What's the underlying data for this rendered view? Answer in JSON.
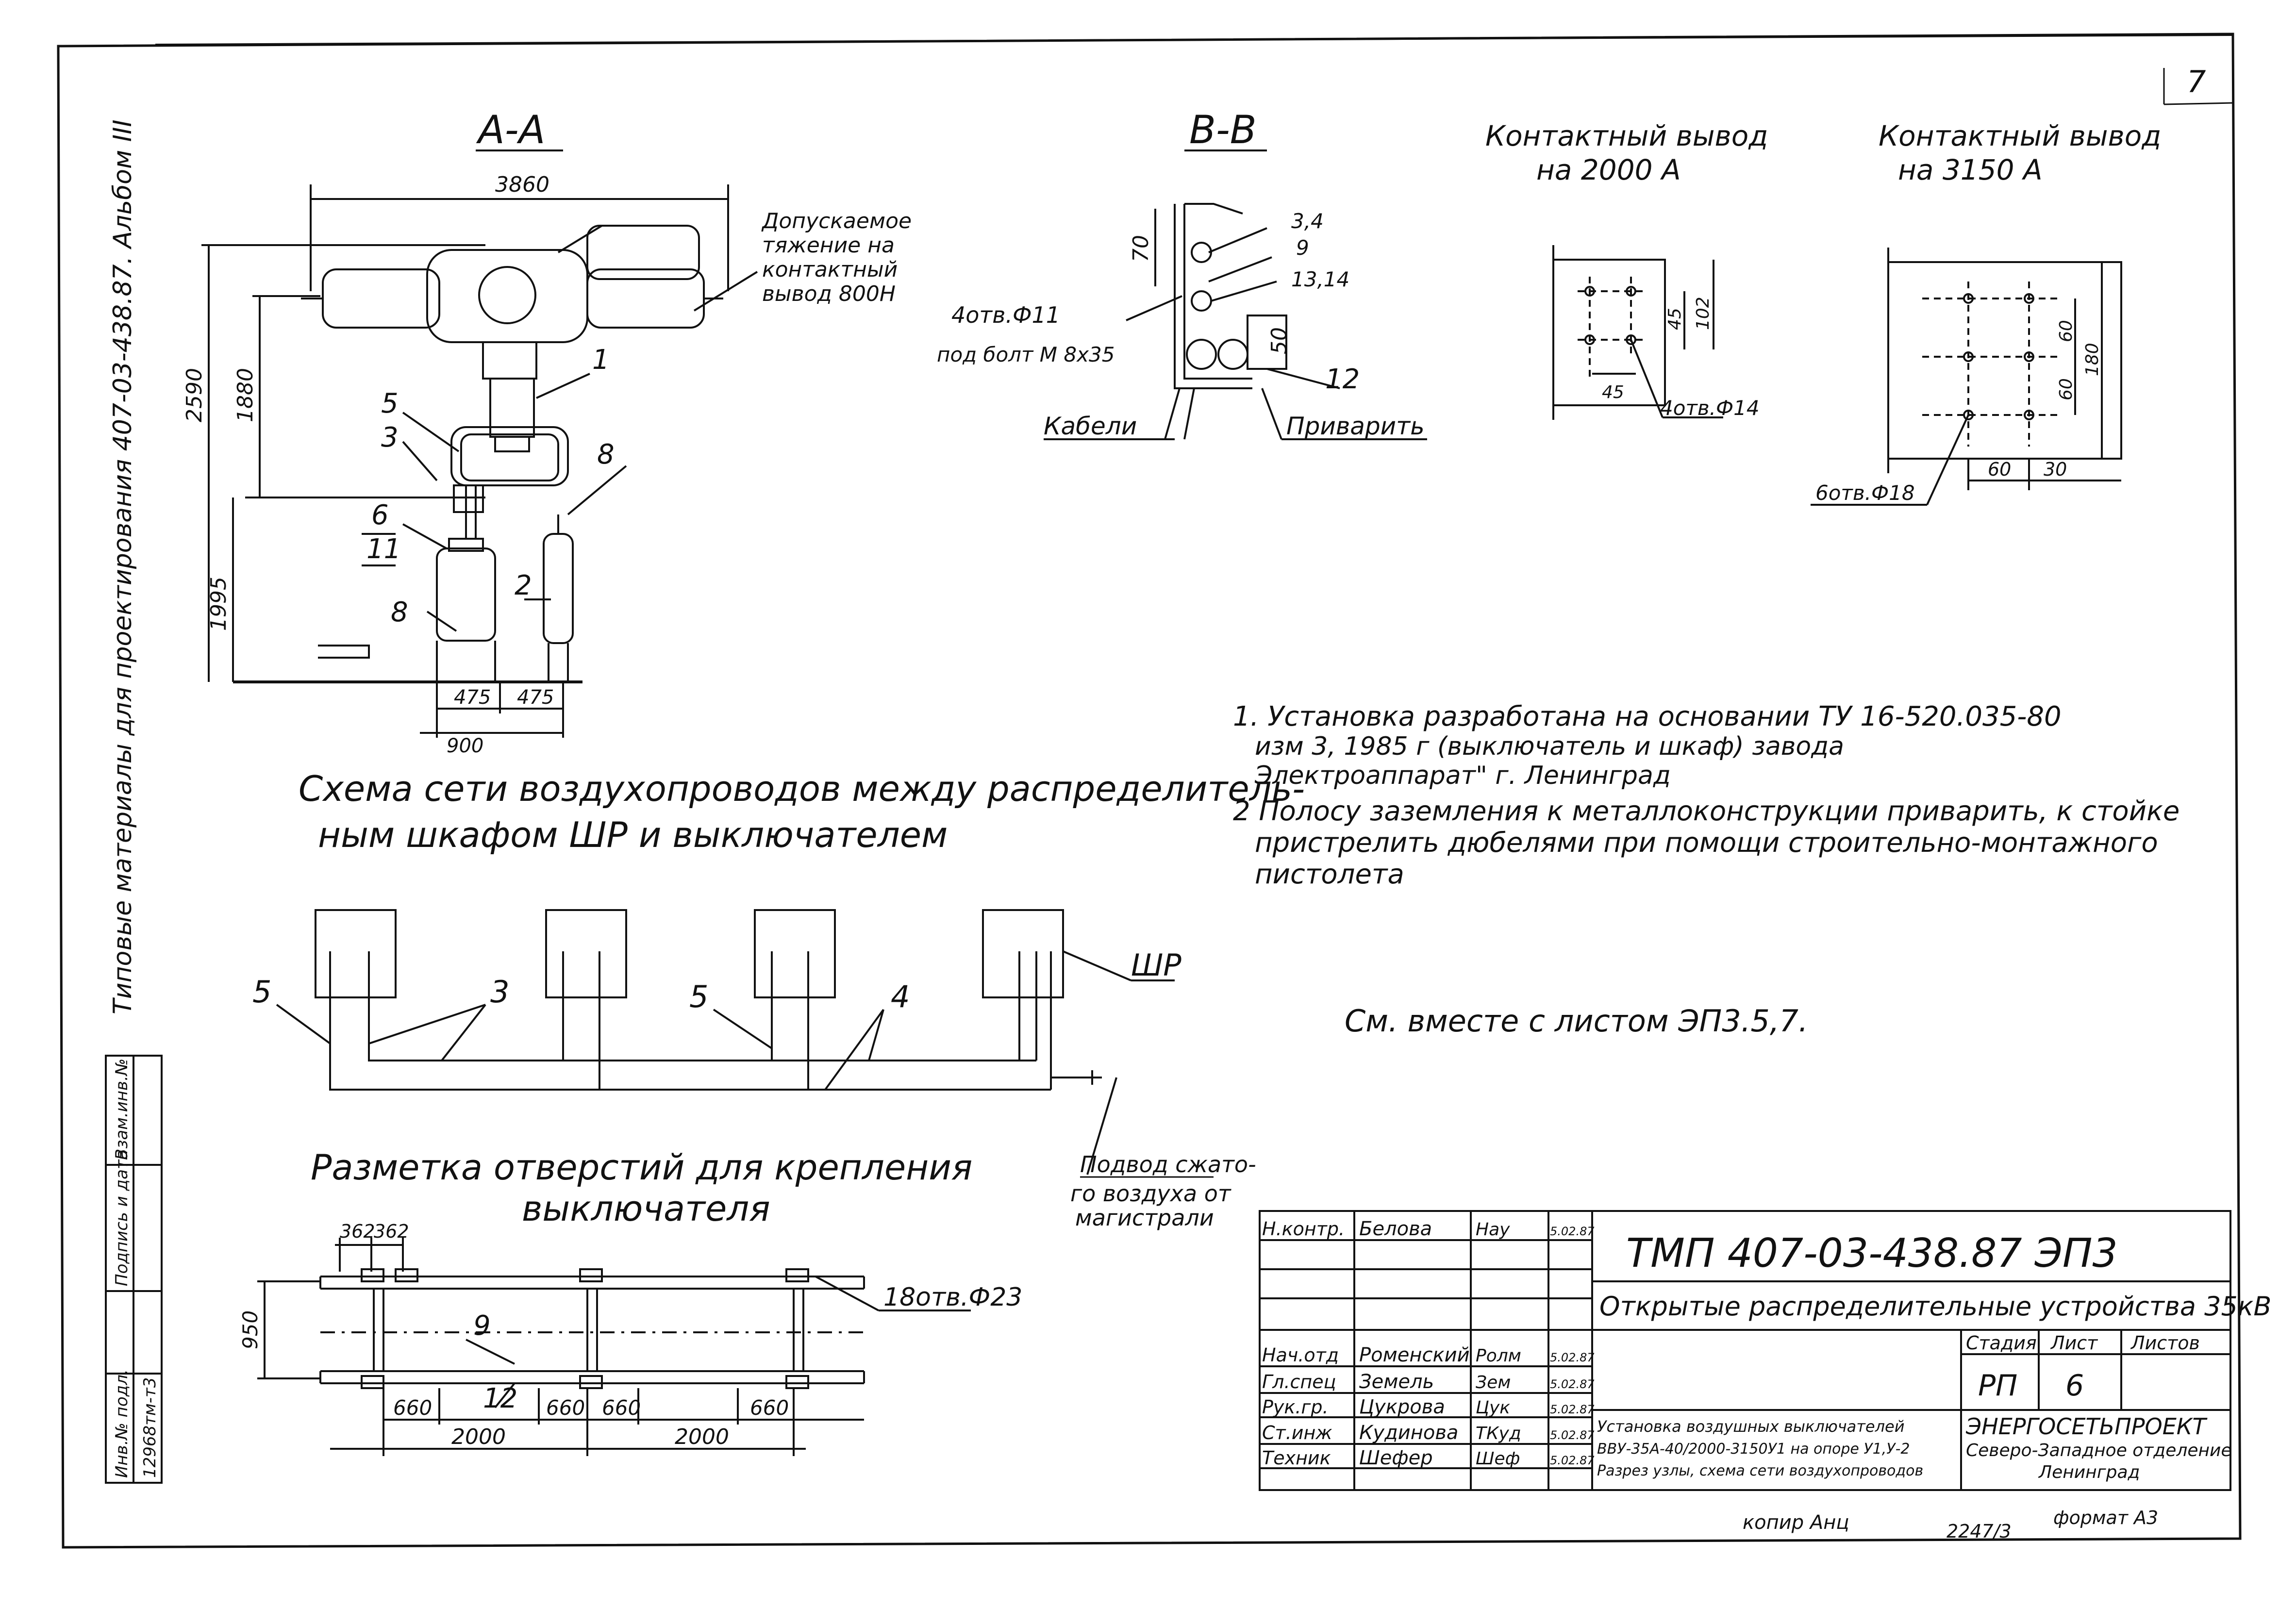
{
  "page": {
    "sheet_number": "7",
    "side_label": "Типовые материалы для проектирования 407-03-438.87. Альбом III",
    "footer": {
      "copy": "копир Анц",
      "order": "2247/3",
      "format": "формат А3"
    }
  },
  "section_aa": {
    "title": "А-А",
    "dims": [
      "3860",
      "2590",
      "1880",
      "1995",
      "475",
      "475",
      "900"
    ],
    "callouts": [
      "1",
      "2",
      "3",
      "5",
      "6",
      "11",
      "8",
      "8"
    ],
    "note": [
      "Допускаемое",
      "тяжение на",
      "контактный",
      "вывод 800Н"
    ]
  },
  "section_bb": {
    "title": "В-В",
    "dims": [
      "70",
      "50"
    ],
    "callouts": [
      "3,4",
      "9",
      "13,14",
      "12"
    ],
    "labels": [
      "4отв.Ф11",
      "под болт М 8х35",
      "Кабели",
      "Приварить"
    ]
  },
  "contact_2000": {
    "title": [
      "Контактный вывод",
      "на 2000 А"
    ],
    "dims": [
      "45",
      "45",
      "102"
    ],
    "holes_label": "4отв.Ф14"
  },
  "contact_3150": {
    "title": [
      "Контактный вывод",
      "на 3150 А"
    ],
    "dims": [
      "60",
      "60",
      "180",
      "60",
      "30"
    ],
    "holes_label": "6отв.Ф18"
  },
  "notes": [
    "1. Установка разработана на основании ТУ 16-520.035-80",
    "изм 3, 1985 г (выключатель и шкаф) завода",
    "Электроаппарат\" г. Ленинград",
    "2 Полосу заземления к металлоконструкции приварить, к стойке",
    "пристрелить дюбелями при помощи строительно-монтажного",
    "пистолета"
  ],
  "see_also": "См. вместе с листом ЭП3.5,7.",
  "air_scheme": {
    "title": [
      "Схема сети воздухопроводов между распределитель-",
      "ным шкафом ШР и выключателем"
    ],
    "labels": [
      "5",
      "3",
      "5",
      "4",
      "ШР"
    ],
    "supply": [
      "Подвод сжато-",
      "го воздуха от",
      "магистрали"
    ]
  },
  "hole_layout": {
    "title": [
      "Разметка отверстий для крепления",
      "выключателя"
    ],
    "dims": [
      "362",
      "362",
      "950",
      "660",
      "660",
      "660",
      "660",
      "2000",
      "2000"
    ],
    "callouts": [
      "9",
      "12"
    ],
    "holes_label": "18отв.Ф23"
  },
  "stamp": {
    "designation": "ТМП 407-03-438.87 ЭП3",
    "project": "Открытые распределительные устройства 35кВ",
    "stage_header": "Стадия",
    "sheet_header": "Лист",
    "sheets_header": "Листов",
    "stage": "РП",
    "sheet": "6",
    "rows": [
      {
        "role": "Н.контр.",
        "name": "Белова",
        "sign": "Нау",
        "date": "5.02.87"
      },
      {
        "role": "",
        "name": "",
        "sign": "",
        "date": ""
      },
      {
        "role": "",
        "name": "",
        "sign": "",
        "date": ""
      },
      {
        "role": "",
        "name": "",
        "sign": "",
        "date": ""
      },
      {
        "role": "Нач.отд",
        "name": "Роменский",
        "sign": "Ролм",
        "date": "5.02.87"
      },
      {
        "role": "Гл.спец",
        "name": "Земель",
        "sign": "Зем",
        "date": "5.02.87"
      },
      {
        "role": "Рук.гр.",
        "name": "Цукрова",
        "sign": "Цук",
        "date": "5.02.87"
      },
      {
        "role": "Ст.инж",
        "name": "Кудинова",
        "sign": "ТКуд",
        "date": "5.02.87"
      },
      {
        "role": "Техник",
        "name": "Шефер",
        "sign": "Шеф",
        "date": "5.02.87"
      }
    ],
    "drawing_title": [
      "Установка воздушных выключателей",
      "ВВУ-35А-40/2000-3150У1 на опоре У1,У-2",
      "Разрез узлы, схема сети воздухопроводов"
    ],
    "org": [
      "ЭНЕРГОСЕТЬПРОЕКТ",
      "Северо-Западное отделение",
      "Ленинград"
    ]
  },
  "side_stamp": {
    "cells": [
      "Взам.инв.№",
      "Подпись и дата",
      "Инв.№ подл.",
      "12968тм-т3"
    ]
  }
}
